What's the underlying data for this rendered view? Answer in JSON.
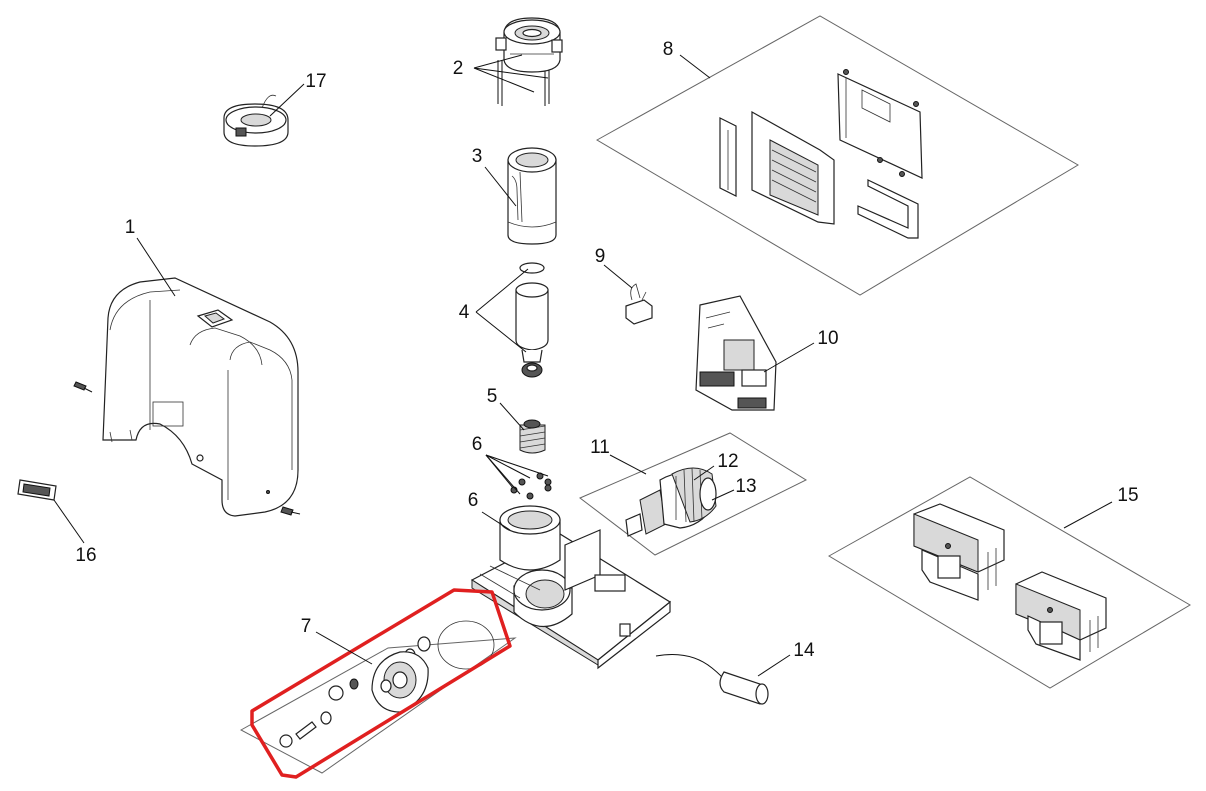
{
  "diagram": {
    "callouts": [
      {
        "id": "c1",
        "label": "1"
      },
      {
        "id": "c2",
        "label": "2"
      },
      {
        "id": "c3",
        "label": "3"
      },
      {
        "id": "c4",
        "label": "4"
      },
      {
        "id": "c5",
        "label": "5"
      },
      {
        "id": "c6a",
        "label": "6"
      },
      {
        "id": "c6b",
        "label": "6"
      },
      {
        "id": "c7",
        "label": "7"
      },
      {
        "id": "c8",
        "label": "8"
      },
      {
        "id": "c9",
        "label": "9"
      },
      {
        "id": "c10",
        "label": "10"
      },
      {
        "id": "c11",
        "label": "11"
      },
      {
        "id": "c12",
        "label": "12"
      },
      {
        "id": "c13",
        "label": "13"
      },
      {
        "id": "c14",
        "label": "14"
      },
      {
        "id": "c15",
        "label": "15"
      },
      {
        "id": "c16",
        "label": "16"
      },
      {
        "id": "c17",
        "label": "17"
      }
    ],
    "highlight_color": "#e02020"
  }
}
